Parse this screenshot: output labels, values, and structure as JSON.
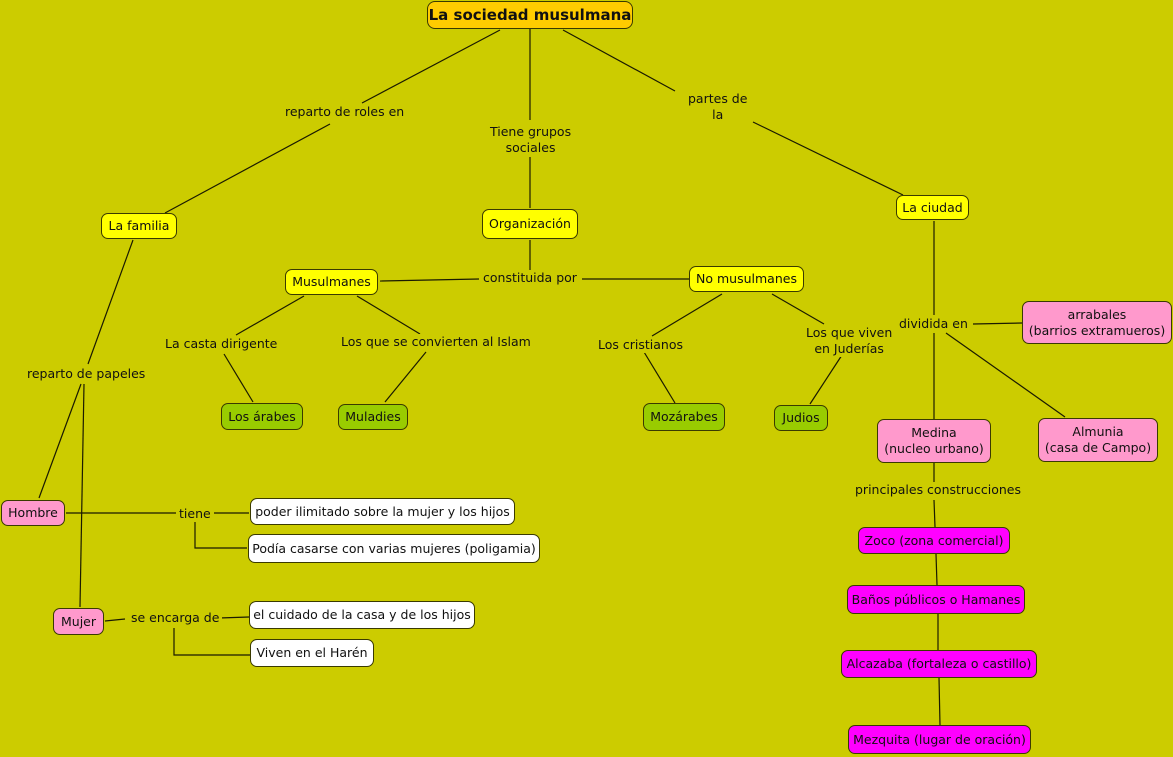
{
  "colors": {
    "background": "#cccc00",
    "title": "#ffcc00",
    "concept_yellow": "#ffff00",
    "concept_green": "#99cc00",
    "concept_pink": "#ff99cc",
    "concept_magenta": "#ff00ff",
    "concept_white": "#ffffff"
  },
  "title": "La sociedad musulmana",
  "nodes": {
    "familia": "La familia",
    "organizacion": "Organización",
    "ciudad": "La ciudad",
    "musulmanes": "Musulmanes",
    "no_musulmanes": "No musulmanes",
    "arabes": "Los árabes",
    "muladies": "Muladies",
    "mozarabes": "Mozárabes",
    "judios": "Judios",
    "arrabales": "arrabales\n(barrios extramueros)",
    "medina": "Medina\n(nucleo urbano)",
    "almunia": "Almunia\n(casa de Campo)",
    "hombre": "Hombre",
    "mujer": "Mujer",
    "poder": "poder ilimitado sobre la mujer y los hijos",
    "poligamia": "Podía casarse con varias mujeres (poligamia)",
    "cuidado": "el cuidado de la casa y de los hijos",
    "haren": "Viven en el Harén",
    "zoco": "Zoco (zona comercial)",
    "banos": "Baños públicos o Hamanes",
    "alcazaba": "Alcazaba (fortaleza o castillo)",
    "mezquita": "Mezquita (lugar de oración)"
  },
  "links": {
    "reparto_roles": "reparto de roles en",
    "tiene_grupos": "Tiene grupos\nsociales",
    "partes_de": "partes de\nla",
    "constituida": "constituida por",
    "casta": "La casta dirigente",
    "convierten": "Los que se convierten al Islam",
    "cristianos": "Los cristianos",
    "juderias": "Los que viven\nen Juderías",
    "dividida": "dividida en",
    "reparto_papeles": "reparto de papeles",
    "tiene": "tiene",
    "encarga": "se encarga de",
    "construcciones": "principales construcciones"
  }
}
